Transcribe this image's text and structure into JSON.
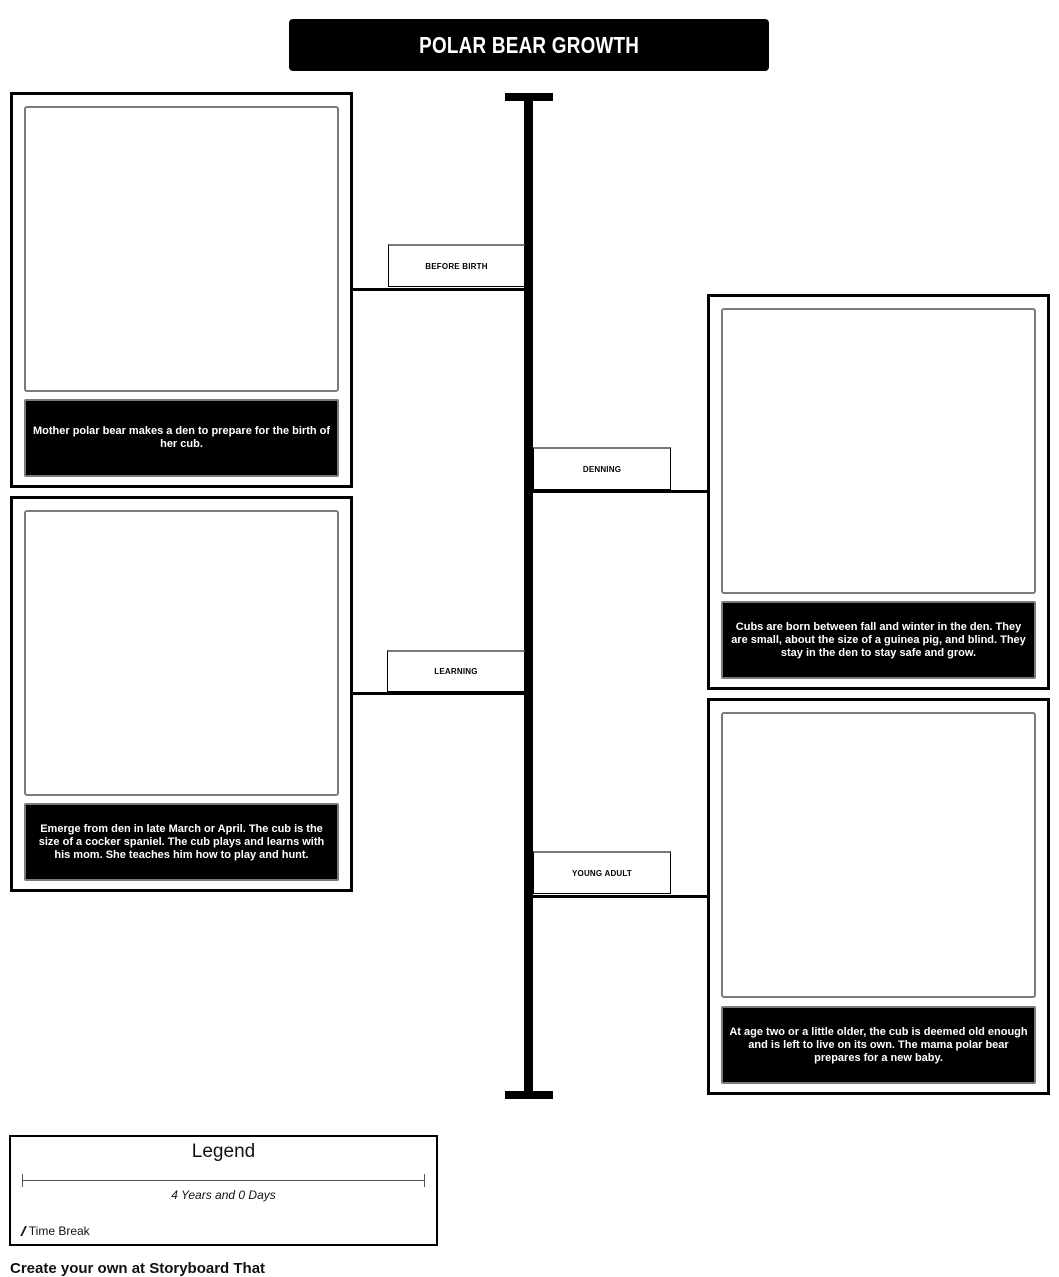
{
  "title": "POLAR BEAR GROWTH",
  "timeline": {
    "events": [
      {
        "label": "BEFORE BIRTH",
        "side": "left",
        "caption": "Mother polar bear makes a den to prepare for the birth of her cub."
      },
      {
        "label": "DENNING",
        "side": "right",
        "caption": "Cubs are born between fall and winter in the den. They are small, about the size of a guinea pig, and blind. They stay in the den to stay safe and grow."
      },
      {
        "label": "LEARNING",
        "side": "left",
        "caption": "Emerge from den in late March or April. The cub is the size of a cocker spaniel. The cub plays and learns with his mom. She teaches him how to play and hunt."
      },
      {
        "label": "YOUNG ADULT",
        "side": "right",
        "caption": "At age two or a little older, the cub is deemed old enough and is left to live on its own. The mama polar bear prepares for a new baby."
      }
    ]
  },
  "legend": {
    "title": "Legend",
    "span_label": "4 Years and 0 Days",
    "break_icon": "//",
    "break_label": "Time Break"
  },
  "footer": {
    "text": "Create your own at Storyboard That"
  },
  "colors": {
    "ink": "#000000",
    "frame_gray": "#7a7a7a",
    "background": "#ffffff",
    "caption_text": "#ffffff"
  }
}
